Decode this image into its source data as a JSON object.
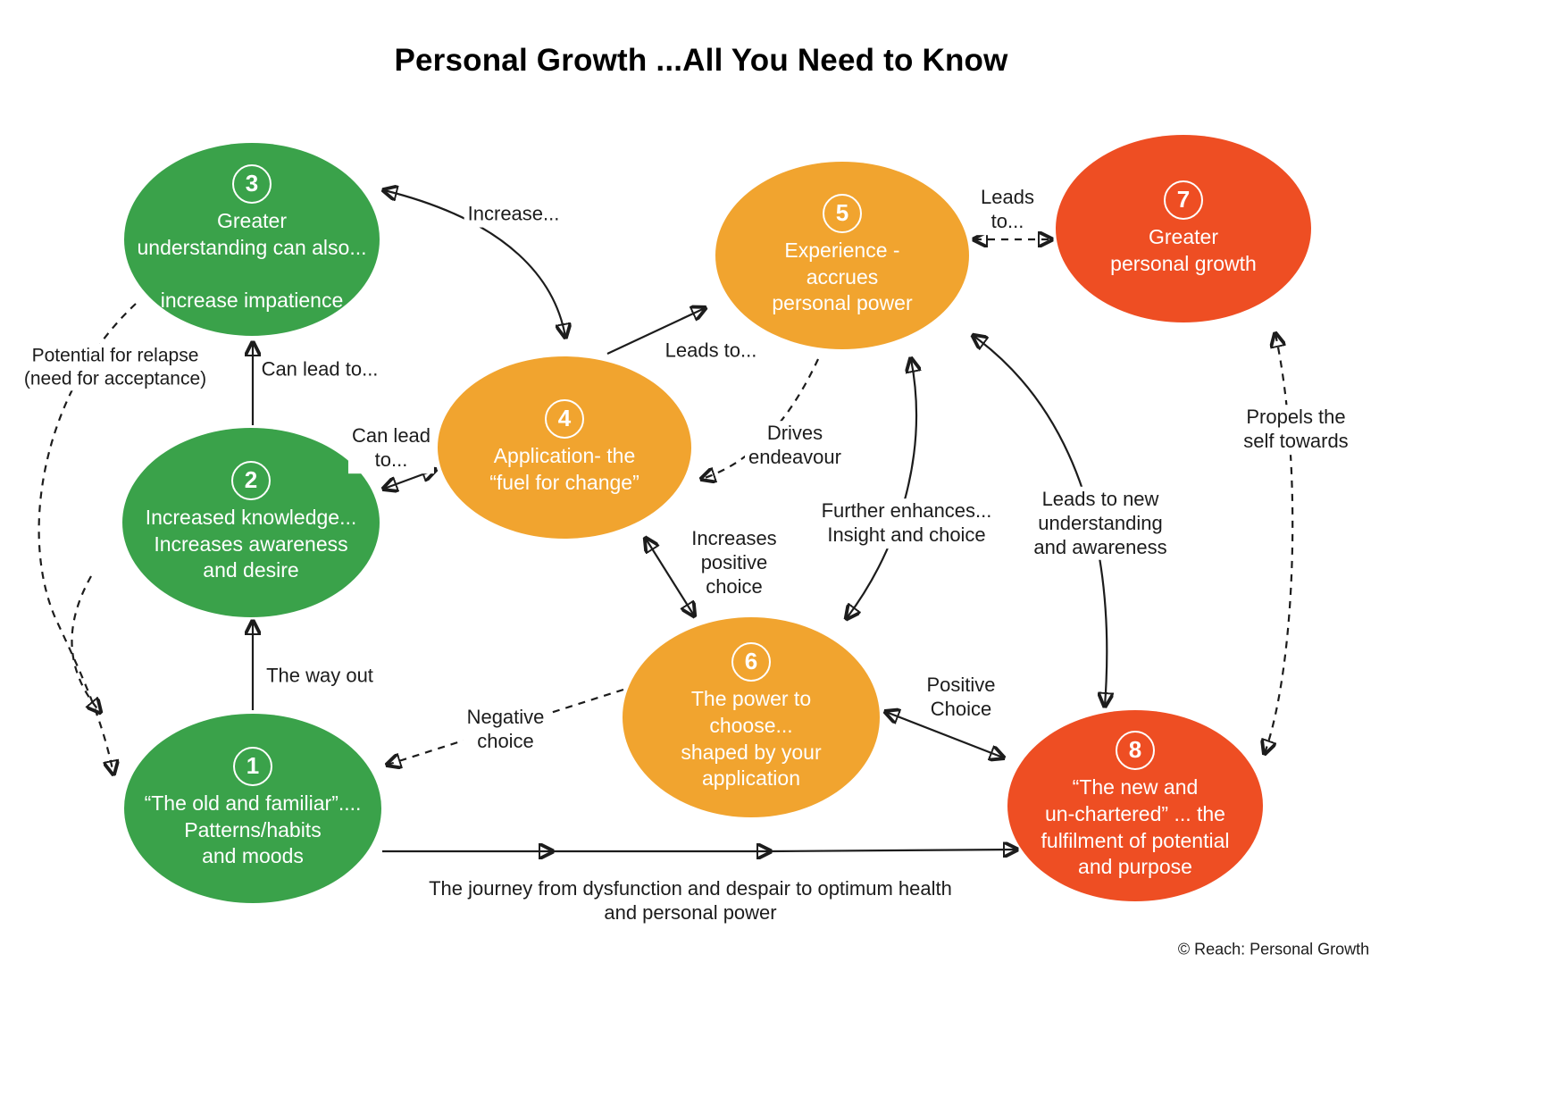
{
  "title": "Personal Growth ...All You Need to Know",
  "copyright": "© Reach: Personal Growth",
  "colors": {
    "green": "#3aa24a",
    "amber": "#f1a42f",
    "red": "#ee4e23",
    "line": "#1c1c1c"
  },
  "nodes": {
    "n1": {
      "number": "1",
      "text": "“The old and familiar”....\nPatterns/habits\nand moods",
      "color": "green"
    },
    "n2": {
      "number": "2",
      "text": "Increased knowledge...\nIncreases awareness\nand desire",
      "color": "green"
    },
    "n3": {
      "number": "3",
      "text": "Greater\nunderstanding can also...\n\nincrease impatience",
      "color": "green"
    },
    "n4": {
      "number": "4",
      "text": "Application- the\n“fuel for change”",
      "color": "amber"
    },
    "n5": {
      "number": "5",
      "text": "Experience -\naccrues\npersonal power",
      "color": "amber"
    },
    "n6": {
      "number": "6",
      "text": "The power to\nchoose...\nshaped by your\napplication",
      "color": "amber"
    },
    "n7": {
      "number": "7",
      "text": "Greater\npersonal growth",
      "color": "red"
    },
    "n8": {
      "number": "8",
      "text": "“The new and\nun-chartered” ... the\nfulfilment of potential\nand purpose",
      "color": "red"
    }
  },
  "labels": {
    "increase": "Increase...",
    "leads_to_5_7": "Leads\nto...",
    "can_lead_to_2_3": "Can lead to...",
    "relapse": "Potential for relapse\n(need for acceptance)",
    "leads_to_4_5": "Leads to...",
    "can_lead_2_4": "Can lead\nto...",
    "drives_endeavour": "Drives\nendeavour",
    "propels": "Propels the\nself towards",
    "further_enhances": "Further enhances...\nInsight and choice",
    "leads_new": "Leads to new\nunderstanding\nand awareness",
    "increases_positive": "Increases\npositive\nchoice",
    "way_out": "The way out",
    "negative_choice": "Negative\nchoice",
    "positive_choice": "Positive\nChoice",
    "journey": "The journey from dysfunction and despair to optimum health\nand personal power"
  }
}
